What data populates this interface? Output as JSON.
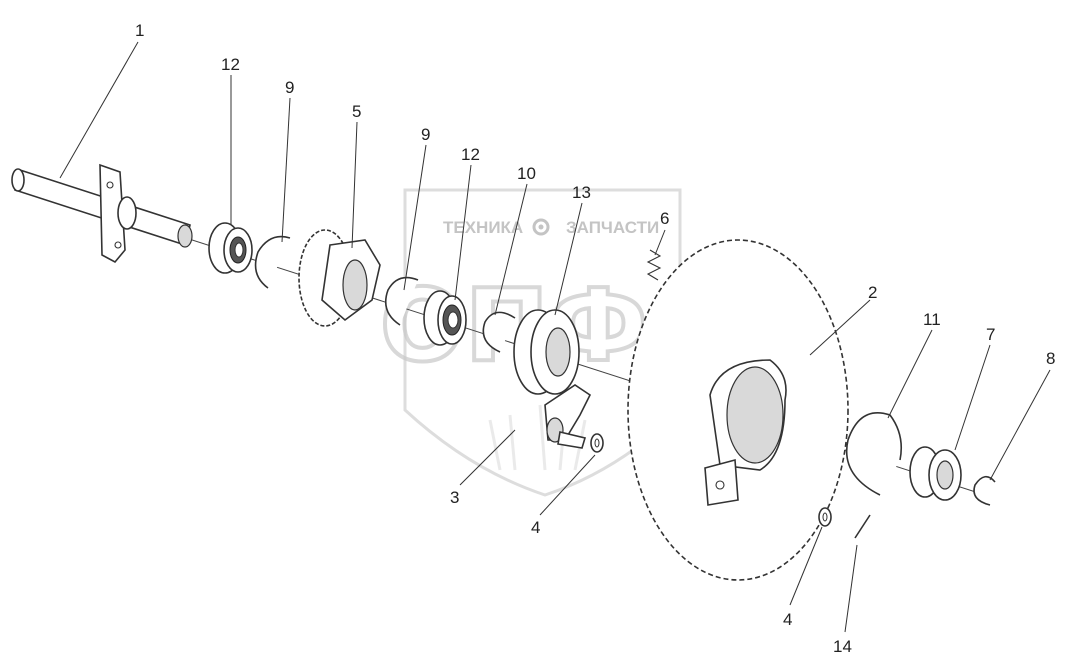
{
  "watermark": {
    "brand_left": "ТЕХНИКА",
    "brand_right": "ЗАПЧАСТИ",
    "logo_letters": "ОПФ",
    "gear_icon": "gear-icon"
  },
  "callouts": [
    {
      "id": "c1",
      "label": "1"
    },
    {
      "id": "c12a",
      "label": "12"
    },
    {
      "id": "c9a",
      "label": "9"
    },
    {
      "id": "c5",
      "label": "5"
    },
    {
      "id": "c9b",
      "label": "9"
    },
    {
      "id": "c12b",
      "label": "12"
    },
    {
      "id": "c10",
      "label": "10"
    },
    {
      "id": "c13",
      "label": "13"
    },
    {
      "id": "c6",
      "label": "6"
    },
    {
      "id": "c2",
      "label": "2"
    },
    {
      "id": "c11",
      "label": "11"
    },
    {
      "id": "c7",
      "label": "7"
    },
    {
      "id": "c8",
      "label": "8"
    },
    {
      "id": "c3",
      "label": "3"
    },
    {
      "id": "c4a",
      "label": "4"
    },
    {
      "id": "c4b",
      "label": "4"
    },
    {
      "id": "c14",
      "label": "14"
    }
  ]
}
